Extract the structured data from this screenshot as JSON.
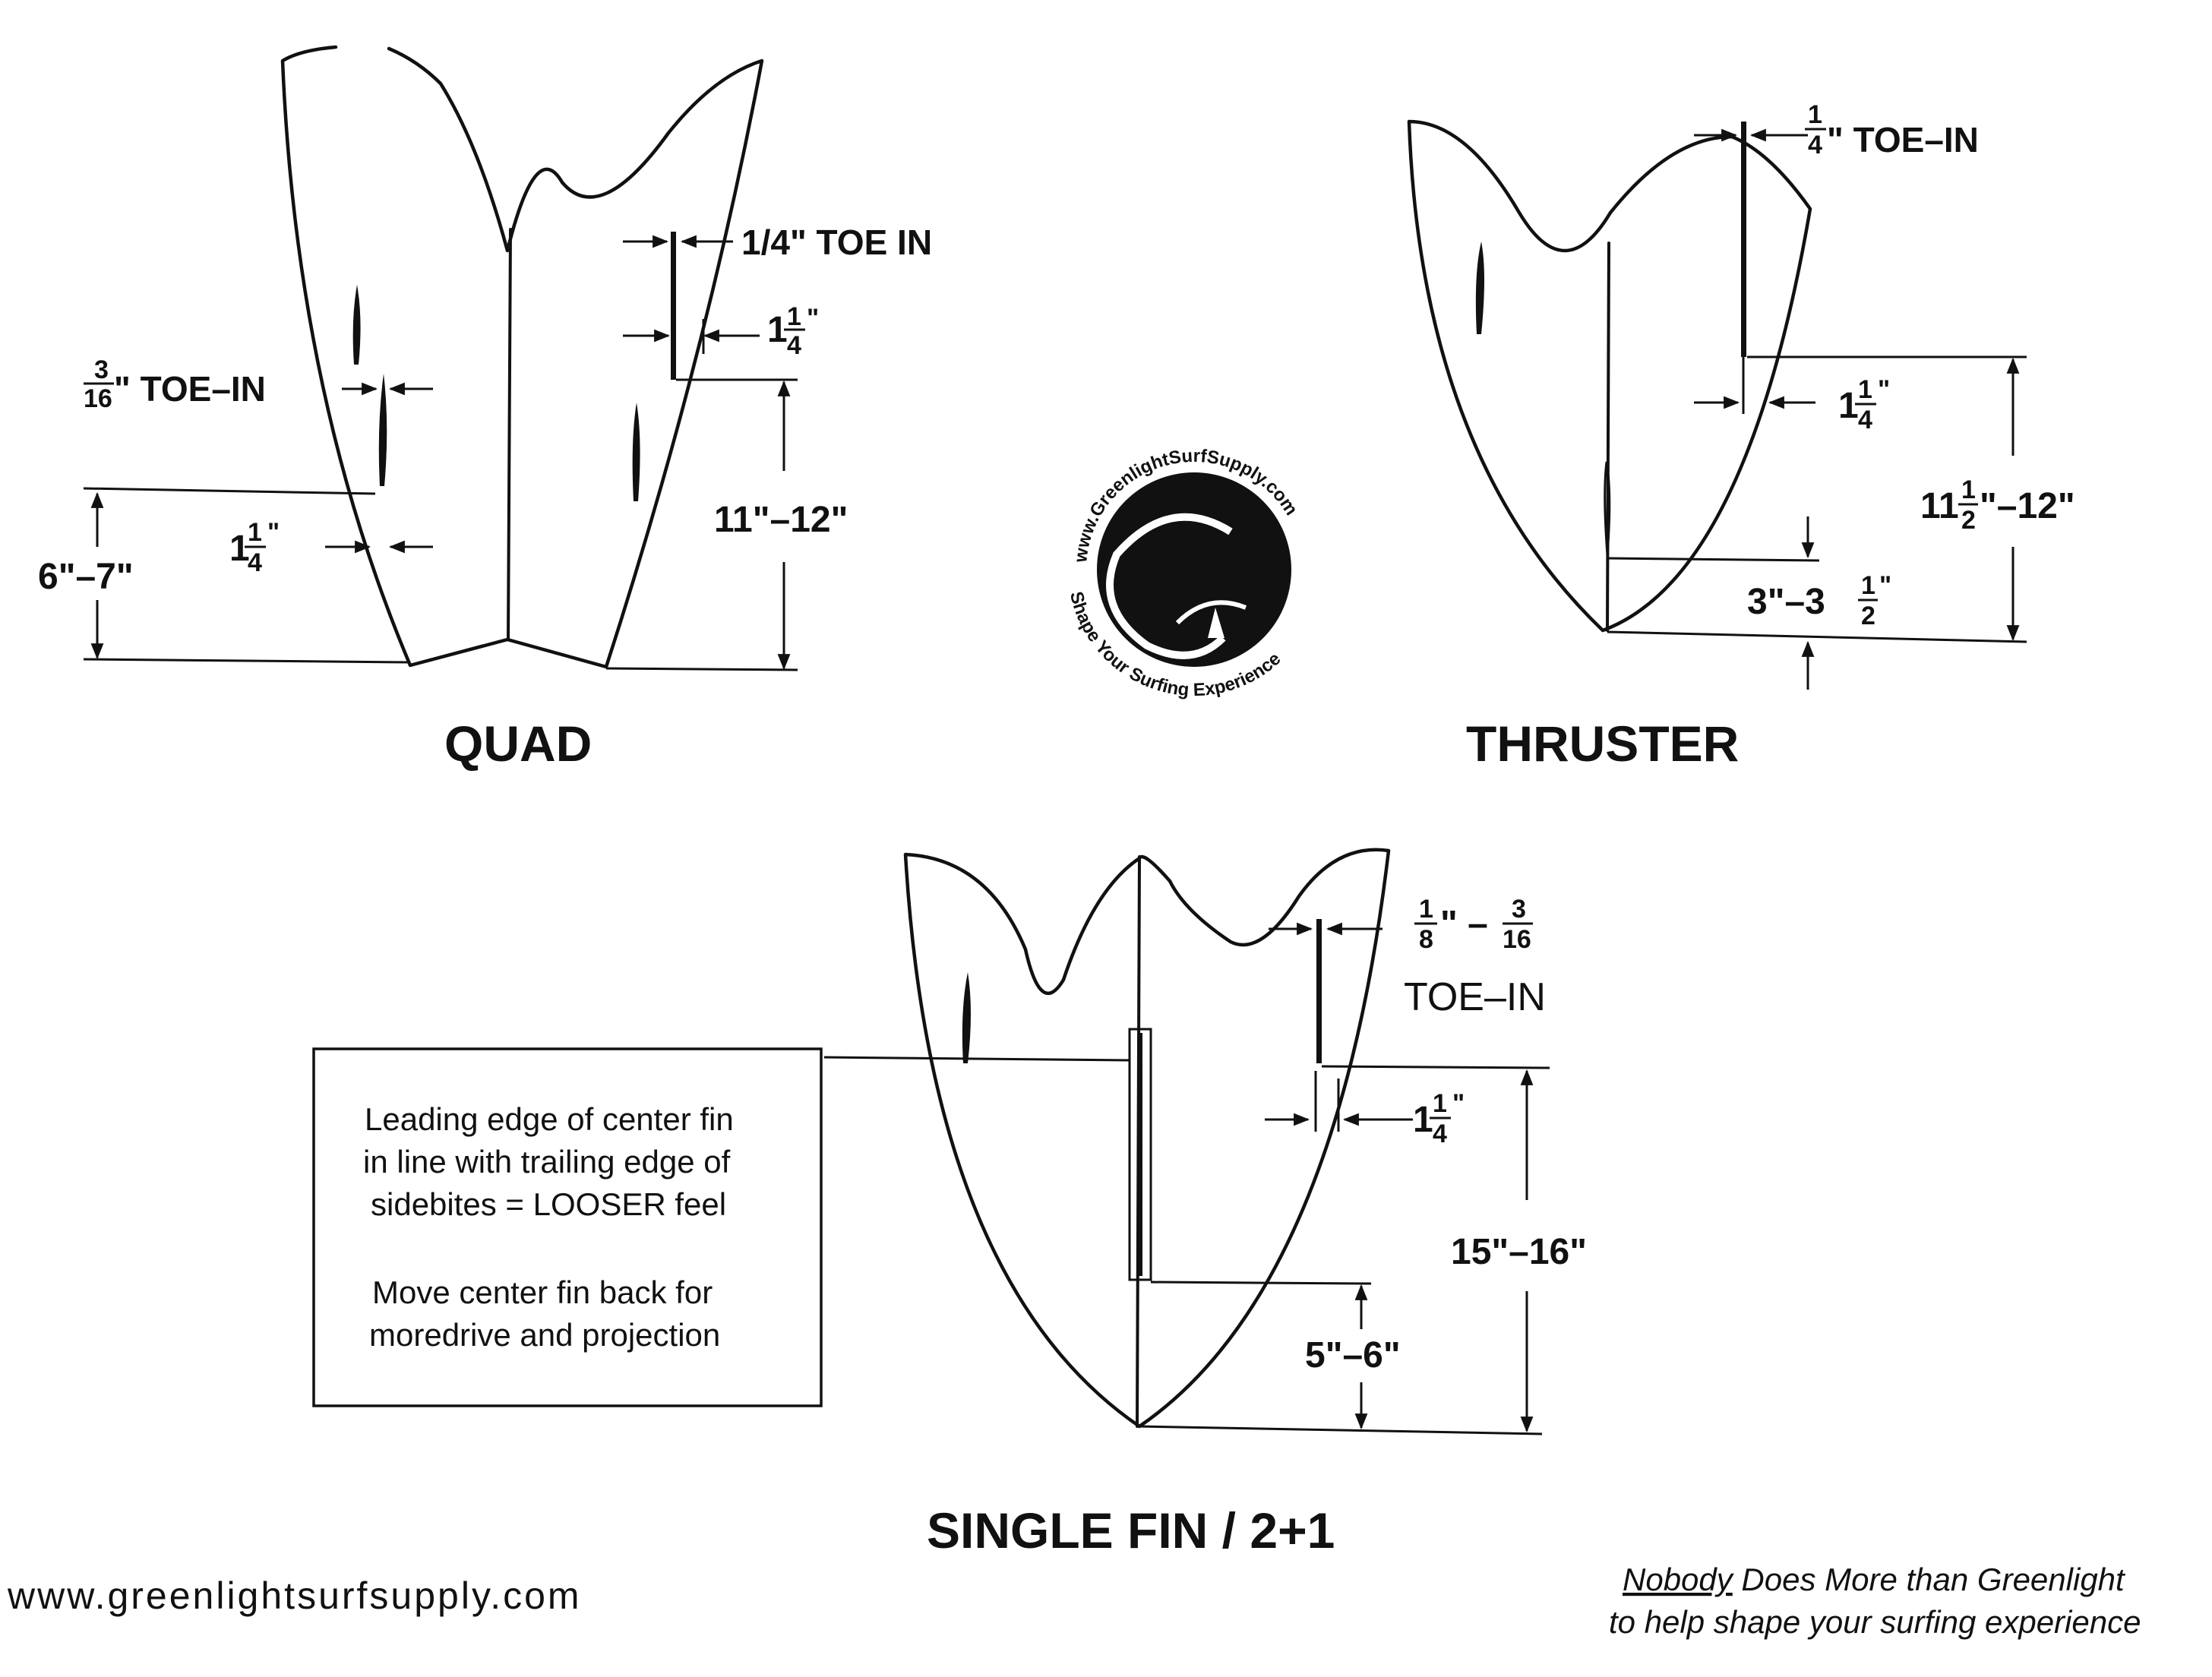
{
  "colors": {
    "ink": "#111111",
    "paper": "#ffffff"
  },
  "quad": {
    "title": "QUAD",
    "toe_rear": "1/4\" TOE IN",
    "toe_front_num": "3",
    "toe_front_den": "16",
    "toe_front_suffix": "\" TOE–IN",
    "offset_front_whole": "1",
    "offset_front_num": "1",
    "offset_front_den": "4",
    "offset_rear_whole": "1",
    "offset_rear_num": "1",
    "offset_rear_den": "4",
    "front_dist": "6\"–7\"",
    "rear_dist": "11\"–12\""
  },
  "thruster": {
    "title": "THRUSTER",
    "toe_num": "1",
    "toe_den": "4",
    "toe_suffix": "\" TOE–IN",
    "offset_whole": "1",
    "offset_num": "1",
    "offset_den": "4",
    "side_dist_whole": "11",
    "side_dist_num": "1",
    "side_dist_den": "2",
    "side_dist_suffix": "\"–12\"",
    "center_dist_prefix": "3\"–3",
    "center_dist_num": "1",
    "center_dist_den": "2"
  },
  "single": {
    "title": "SINGLE FIN / 2+1",
    "toe_a_num": "1",
    "toe_a_den": "8",
    "toe_sep": "\" –",
    "toe_b_num": "3",
    "toe_b_den": "16",
    "toe_label": "TOE–IN",
    "offset_whole": "1",
    "offset_num": "1",
    "offset_den": "4",
    "side_dist": "15\"–16\"",
    "center_dist": "5\"–6\"",
    "note_lines": [
      "Leading edge of center fin",
      "in line with trailing edge of",
      "sidebites = LOOSER feel",
      "Move center fin back for",
      "moredrive and projection"
    ]
  },
  "logo": {
    "ring_top": "www.GreenlightSurfSupply.com",
    "ring_bottom": "Shape Your Surfing Experience",
    "icon": "wave-surfer-icon"
  },
  "footer": {
    "website": "www.greenlightsurfsupply.com",
    "slogan_emph": "Nobody",
    "slogan_rest": " Does More than Greenlight",
    "slogan_line2": "to help shape your surfing experience"
  }
}
